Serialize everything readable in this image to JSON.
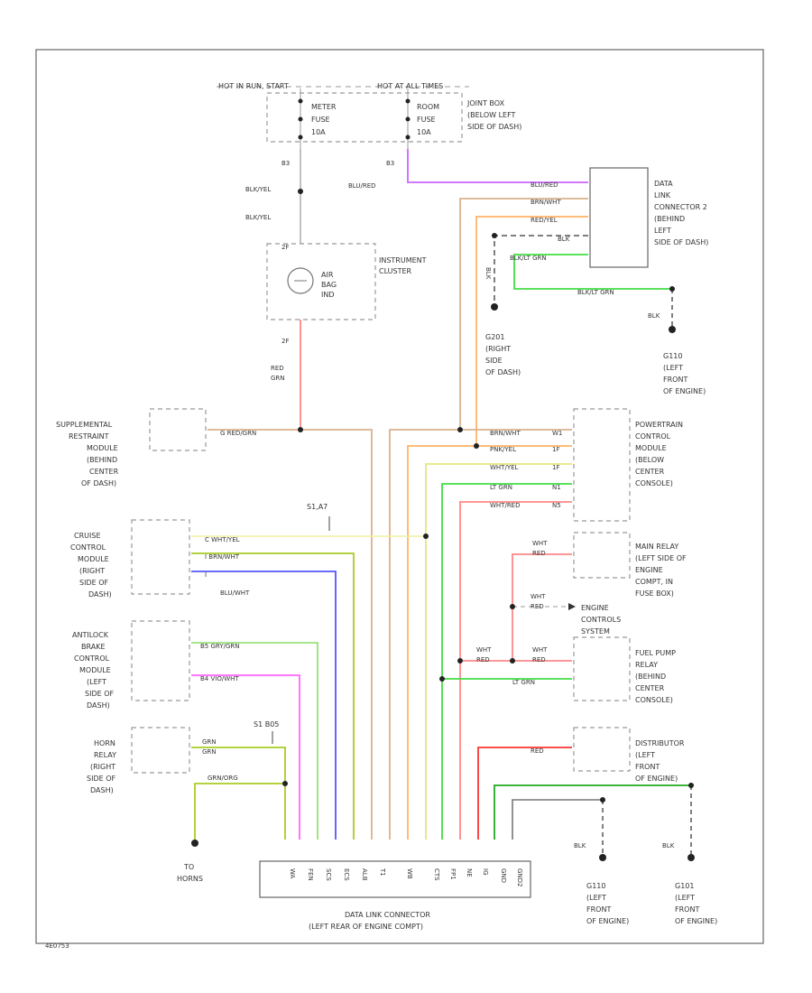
{
  "fuse_header": {
    "hot_run_start": "HOT IN RUN, START",
    "hot_all_times": "HOT AT ALL TIMES"
  },
  "fuses": {
    "meter": [
      "METER",
      "FUSE",
      "10A"
    ],
    "room": [
      "ROOM",
      "FUSE",
      "10A"
    ],
    "junction_box": [
      "JOINT BOX",
      "(BELOW LEFT",
      "SIDE OF DASH)"
    ],
    "meter_pin": "B3",
    "room_pin": "B3"
  },
  "wires_top": {
    "blk_yel_1": "BLK/YEL",
    "blk_yel_2": "BLK/YEL",
    "blu_red": "BLU/RED",
    "red_grn": [
      "RED",
      "GRN"
    ],
    "pin_2f_top": "2F",
    "pin_2f_bottom": "2F"
  },
  "cluster": {
    "lamp": [
      "AIR",
      "BAG",
      "IND"
    ],
    "label": [
      "INSTRUMENT",
      "CLUSTER"
    ]
  },
  "dlc2": {
    "label": [
      "DATA",
      "LINK",
      "CONNECTOR 2",
      "(BEHIND",
      "LEFT",
      "SIDE OF DASH)"
    ],
    "wires": [
      "BLU/RED",
      "BRN/WHT",
      "RED/YEL",
      "BLK",
      "BLK/LT GRN"
    ]
  },
  "ground_g201": {
    "wire": "BLK/LT GRN",
    "blk": "BLK",
    "label": [
      "G110",
      "(LEFT",
      "FRONT",
      "OF ENGINE)"
    ]
  },
  "g201": {
    "wire": "BLK",
    "label": [
      "G201",
      "(RIGHT",
      "SIDE",
      "OF DASH)"
    ]
  },
  "srs": {
    "label": [
      "SUPPLEMENTAL",
      "RESTRAINT",
      "MODULE",
      "(BEHIND",
      "CENTER",
      "OF DASH)"
    ],
    "wire": "G  RED/GRN"
  },
  "pcm": {
    "label": [
      "POWERTRAIN",
      "CONTROL",
      "MODULE",
      "(BELOW",
      "CENTER",
      "CONSOLE)"
    ],
    "wires": [
      "BRN/WHT",
      "PNK/YEL",
      "WHT/YEL",
      "LT GRN",
      "WHT/RED"
    ],
    "pins": [
      "W1",
      "1F",
      "1F",
      "N1",
      "N5"
    ]
  },
  "cruise": {
    "label": [
      "CRUISE",
      "CONTROL",
      "MODULE",
      "(RIGHT",
      "SIDE OF",
      "DASH)"
    ],
    "wires": [
      "C  WHT/YEL",
      "I  BRN/WHT",
      "I"
    ],
    "blu_wht": "BLU/WHT",
    "splice": "S1,A7"
  },
  "main_relay": {
    "label": [
      "MAIN RELAY",
      "(LEFT SIDE OF",
      "ENGINE",
      "COMPT, IN",
      "FUSE BOX)"
    ],
    "wire": [
      "WHT",
      "RED"
    ]
  },
  "engine_controls": {
    "label": [
      "ENGINE",
      "CONTROLS",
      "SYSTEM"
    ],
    "wire": [
      "WHT",
      "RED"
    ]
  },
  "abs": {
    "label": [
      "ANTILOCK",
      "BRAKE",
      "CONTROL",
      "MODULE",
      "(LEFT",
      "SIDE OF",
      "DASH)"
    ],
    "wires": [
      "B5  GRY/GRN",
      "B4  VIO/WHT"
    ]
  },
  "fuel_pump": {
    "label": [
      "FUEL PUMP",
      "RELAY",
      "(BEHIND",
      "CENTER",
      "CONSOLE)"
    ],
    "wire_a": [
      "WHT",
      "RED"
    ],
    "wire_b": [
      "WHT",
      "RED"
    ],
    "wire_c": "LT GRN"
  },
  "horn": {
    "label": [
      "HORN",
      "RELAY",
      "(RIGHT",
      "SIDE OF",
      "DASH)"
    ],
    "wire": [
      "GRN",
      "GRN"
    ],
    "wire2": "GRN/ORG",
    "splice": "S1 B05",
    "to_horns": [
      "TO",
      "HORNS"
    ]
  },
  "distributor": {
    "label": [
      "DISTRIBUTOR",
      "(LEFT",
      "FRONT",
      "OF ENGINE)"
    ],
    "wire": "RED"
  },
  "grounds_bottom": [
    {
      "wire": "BLK",
      "label": [
        "G110",
        "(LEFT",
        "FRONT",
        "OF ENGINE)"
      ]
    },
    {
      "wire": "BLK",
      "label": [
        "G101",
        "(LEFT",
        "FRONT",
        "OF ENGINE)"
      ]
    }
  ],
  "dlc_main": {
    "label": [
      "DATA LINK CONNECTOR",
      "(LEFT REAR OF ENGINE COMPT)"
    ],
    "pins": [
      "WA",
      "FEN",
      "SCS",
      "ECS",
      "ALB",
      "T1",
      "WB",
      "CTS",
      "FP1",
      "NE",
      "IG",
      "GND",
      "GND2"
    ]
  },
  "code": "4E0753",
  "colors": {
    "violet": "#cc66ff",
    "brown": "#d9b38c",
    "orange": "#ffb366",
    "black": "#333333",
    "ltgreen": "#44dd44",
    "pink": "#ff8888",
    "yellow": "#e6e680",
    "red": "#ff3333",
    "blue": "#5555ff",
    "gray": "#bbbbbb",
    "green": "#22aa22",
    "olive": "#aacc22",
    "magenta": "#ff66ff",
    "lightviolet": "#dd99ff"
  }
}
